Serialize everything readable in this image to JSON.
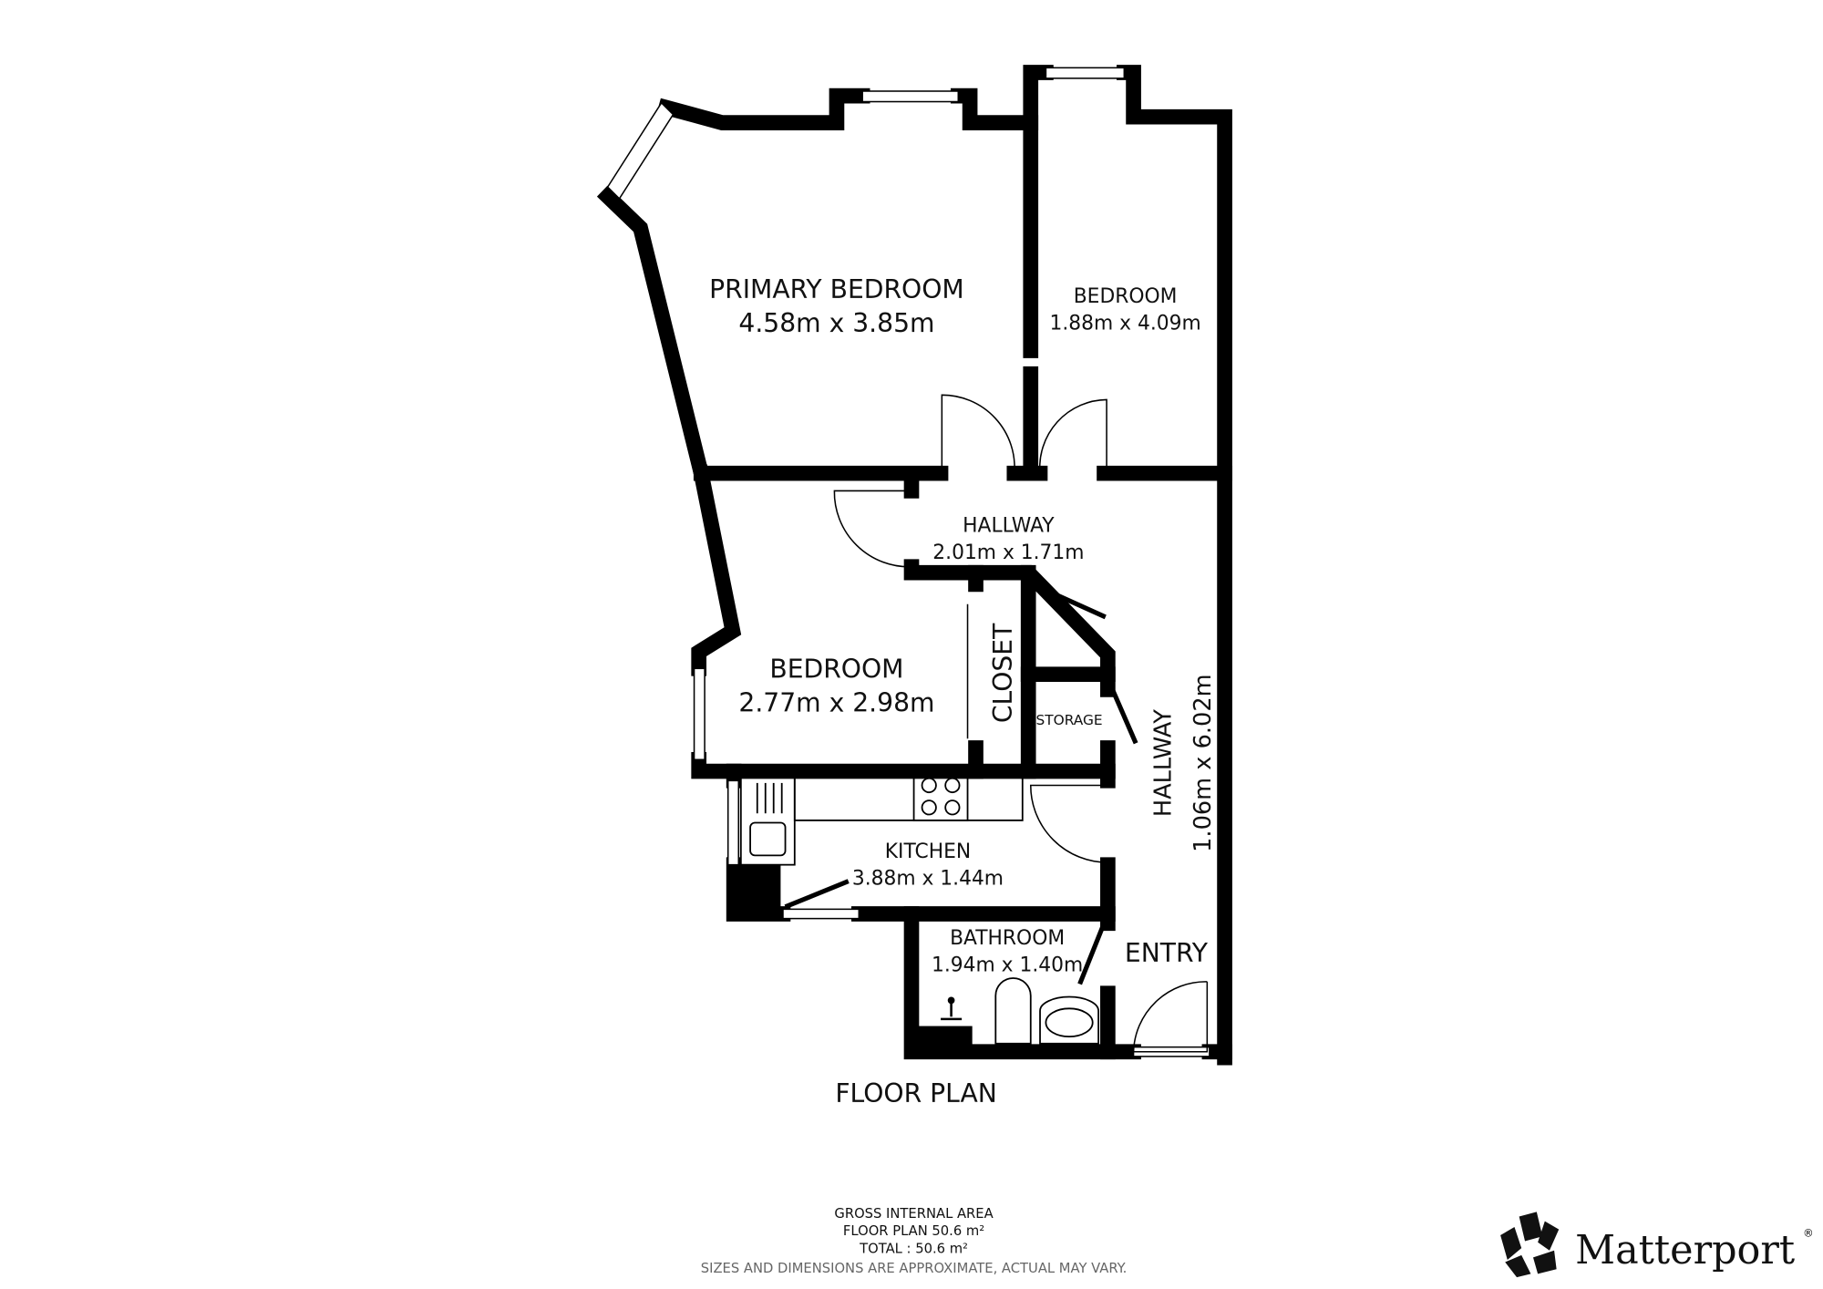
{
  "plan_title": "FLOOR PLAN",
  "rooms": {
    "primary_bedroom": {
      "name": "PRIMARY BEDROOM",
      "dims": "4.58m x 3.85m"
    },
    "bedroom_2": {
      "name": "BEDROOM",
      "dims": "1.88m x 4.09m"
    },
    "hallway_upper": {
      "name": "HALLWAY",
      "dims": "2.01m x 1.71m"
    },
    "bedroom_3": {
      "name": "BEDROOM",
      "dims": "2.77m x 2.98m"
    },
    "closet": {
      "name": "CLOSET"
    },
    "storage": {
      "name": "STORAGE"
    },
    "hallway_long": {
      "name": "HALLWAY",
      "dims": "1.06m x 6.02m"
    },
    "kitchen": {
      "name": "KITCHEN",
      "dims": "3.88m x 1.44m"
    },
    "bathroom": {
      "name": "BATHROOM",
      "dims": "1.94m x 1.40m"
    },
    "entry": {
      "name": "ENTRY"
    }
  },
  "area": {
    "heading": "GROSS INTERNAL AREA",
    "floor_plan": "FLOOR PLAN 50.6 m²",
    "total": "TOTAL :  50.6 m²",
    "disclaimer": "SIZES AND DIMENSIONS ARE APPROXIMATE, ACTUAL MAY VARY."
  },
  "brand": {
    "name": "Matterport",
    "mark": "®"
  }
}
